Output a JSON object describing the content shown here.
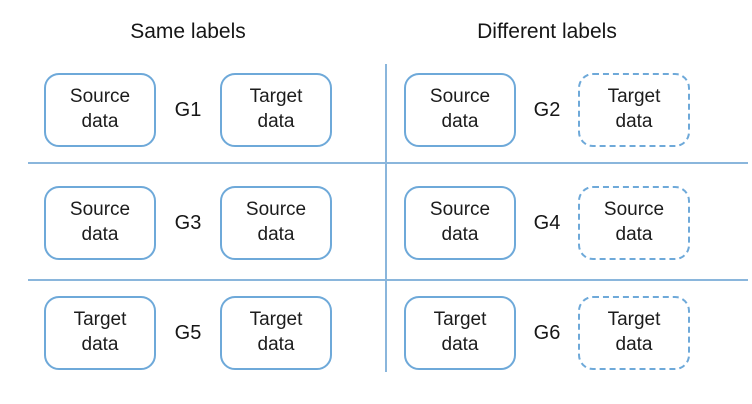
{
  "headers": {
    "same": "Same labels",
    "different": "Different labels"
  },
  "groups": [
    {
      "id": "G1",
      "box1": "Source\ndata",
      "box2": "Target\ndata"
    },
    {
      "id": "G2",
      "box1": "Source\ndata",
      "box2": "Target\ndata"
    },
    {
      "id": "G3",
      "box1": "Source\ndata",
      "box2": "Source\ndata"
    },
    {
      "id": "G4",
      "box1": "Source\ndata",
      "box2": "Source\ndata"
    },
    {
      "id": "G5",
      "box1": "Target\ndata",
      "box2": "Target\ndata"
    },
    {
      "id": "G6",
      "box1": "Target\ndata",
      "box2": "Target\ndata"
    }
  ],
  "colors": {
    "box_border": "#6ea9d9",
    "divider": "#8ab6dc",
    "text": "#1c1c1c"
  }
}
